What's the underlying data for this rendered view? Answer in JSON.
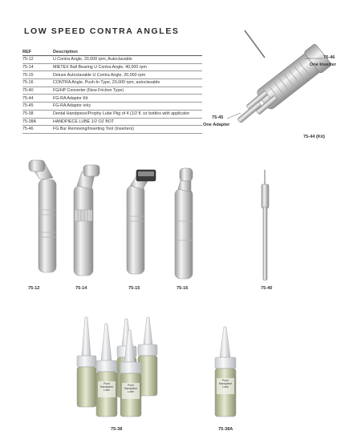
{
  "page_title": "LOW SPEED CONTRA ANGLES",
  "table": {
    "headers": {
      "ref": "REF",
      "description": "Description"
    },
    "rows": [
      {
        "ref": "75-12",
        "description": "U Contra Angle, 20,000 rpm, Autoclavable"
      },
      {
        "ref": "75-14",
        "description": "MIETEX Ball Bearing U Contra Angle, 40,000 rpm"
      },
      {
        "ref": "75-15",
        "description": "Deluxe Autoclavable U Contra Angle, 20,000 rpm"
      },
      {
        "ref": "75-16",
        "description": "CONTRA Angle, Push-In Type, 20,000 rpm, autoclavable"
      },
      {
        "ref": "75-40",
        "description": "FG/HP Converter (New Friction Type)"
      },
      {
        "ref": "75-44",
        "description": "FG-RA Adaptor Kit"
      },
      {
        "ref": "75-45",
        "description": "FG-RA Adaptor only"
      },
      {
        "ref": "75-38",
        "description": "Dental Handpiece/Prophy Lube Pkg of 4 (1/2 fl. oz bottles with applicator"
      },
      {
        "ref": "75-38A",
        "description": "HANDPIECE LUBE 1/2 OZ BOT"
      },
      {
        "ref": "75-46",
        "description": "FG Bur Removing/Inserting Tool (Inserters)"
      }
    ]
  },
  "kit_labels": {
    "inserter_ref": "75-46",
    "inserter_name": "One Inserter",
    "adapter_ref": "75-45",
    "adapter_name": "One Adapter",
    "kit_ref": "75-44 (Kit)"
  },
  "products": [
    {
      "ref": "75-12"
    },
    {
      "ref": "75-14"
    },
    {
      "ref": "75-15"
    },
    {
      "ref": "75-16"
    },
    {
      "ref": "75-40"
    }
  ],
  "lube": {
    "multi_ref": "75-38",
    "single_ref": "75-38A",
    "bottle_label_lines": [
      "Push Handpiece",
      "Lube"
    ]
  }
}
